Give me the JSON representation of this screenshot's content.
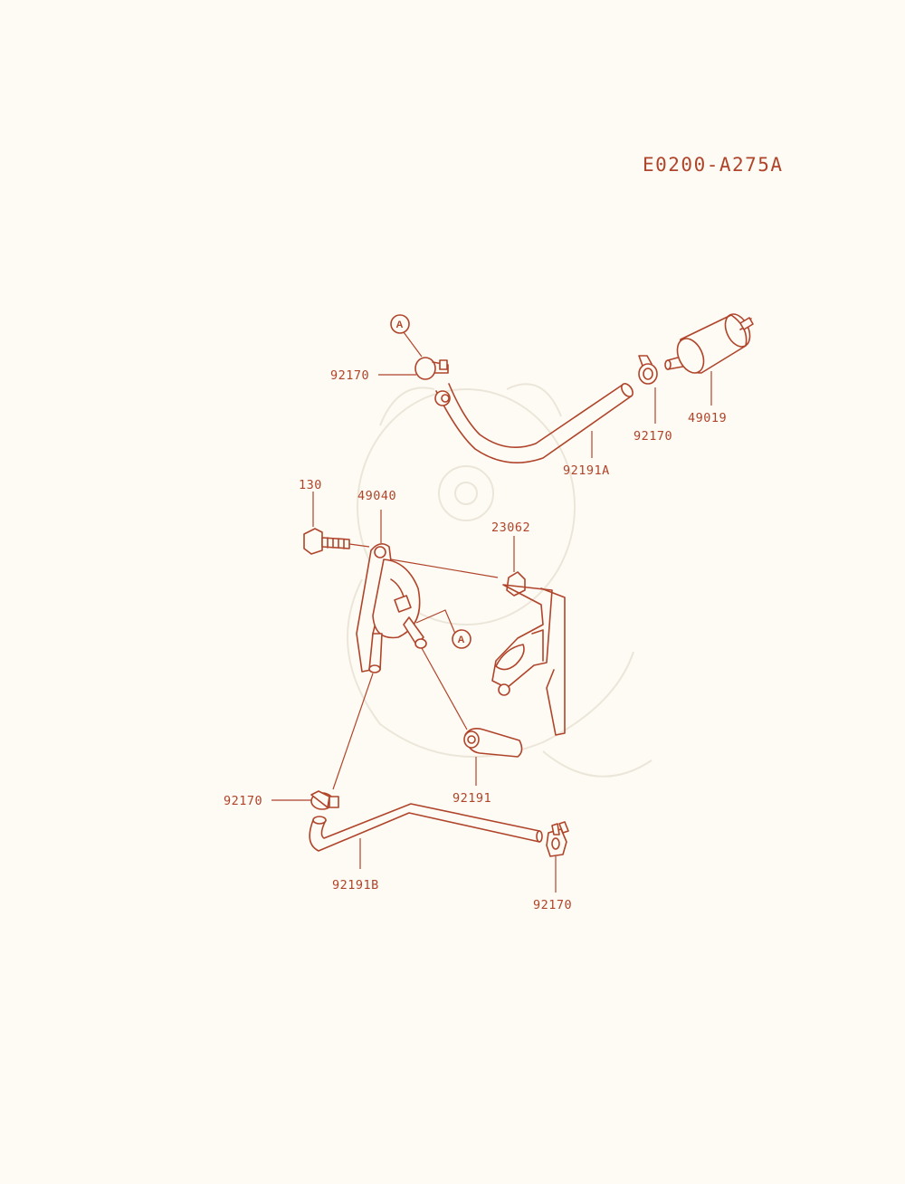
{
  "diagram_code": "E0200-A275A",
  "ref_marker": "A",
  "parts": {
    "clamp_top_left": "92170",
    "clamp_top_right": "92170",
    "fuel_filter": "49019",
    "hose_a": "92191A",
    "bolt": "130",
    "fuel_pump": "49040",
    "bracket": "23062",
    "hose": "92191",
    "clamp_bottom_left": "92170",
    "hose_b": "92191B",
    "clamp_bottom_right": "92170"
  },
  "colors": {
    "line": "#b0442b",
    "background": "#fdfbf3",
    "watermark": "#ece6da"
  }
}
